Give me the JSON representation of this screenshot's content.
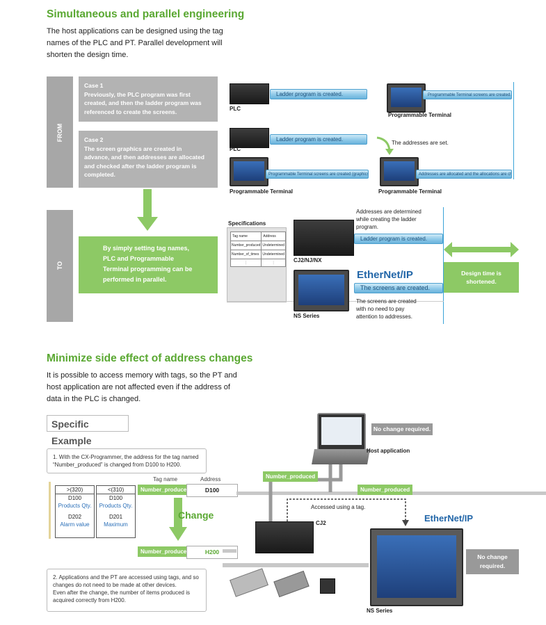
{
  "section1": {
    "title": "Simultaneous and parallel engineering",
    "desc": [
      "The host applications can be designed using the tag",
      "names of the PLC and PT. Parallel development will",
      "shorten the design time."
    ],
    "from_label": "FROM",
    "to_label": "TO",
    "case1": {
      "title": "Case 1",
      "lines": [
        "Previously, the PLC program was first",
        "created, and then the ladder program was",
        "referenced to create the screens."
      ]
    },
    "case2": {
      "title": "Case 2",
      "lines": [
        "The screen graphics are created in",
        "advance, and then addresses are allocated",
        "and checked after the ladder program is",
        "completed."
      ]
    },
    "to_box": [
      "By simply setting tag names,",
      "PLC and Programmable",
      "Terminal programming can be",
      "performed in parallel."
    ],
    "plc": "PLC",
    "pt": "Programmable Terminal",
    "ladder_created": "Ladder program is created.",
    "pt_screens_created": "Programmable Terminal screens are created.",
    "addresses_set": "The addresses are set.",
    "pt_graphics_only": "Programmable Terminal screens are created (graphics only).",
    "addresses_allocated": "Addresses are allocated and the allocations are checked.",
    "specifications": "Specifications",
    "spec_table": {
      "headers": [
        "Tag name",
        "Address"
      ],
      "rows": [
        [
          "Number_produced",
          "Undetermined"
        ],
        [
          "Number_of_times",
          "Undetermined"
        ],
        [
          "⋮",
          "⋮"
        ]
      ]
    },
    "addr_determined": [
      "Addresses are determined",
      "while creating the ladder",
      "program."
    ],
    "cj2_nj_nx": "CJ2/NJ/NX",
    "ethernet_ip": "EtherNet/IP",
    "screens_created": "The screens are created.",
    "screens_no_need": [
      "The screens are created",
      "with no need to pay",
      "attention to addresses."
    ],
    "ns_series": "NS Series",
    "design_time": [
      "Design time is",
      "shortened."
    ]
  },
  "section2": {
    "title": "Minimize side effect of address changes",
    "desc": [
      "It is possible to access memory with tags, so the PT and",
      "host application are not affected even if the address of",
      "data in the PLC is changed."
    ],
    "specific_example": "Specific Example",
    "note1": [
      "1. With the CX-Programmer, the address for the tag named",
      "“Number_produced” is changed from D100 to H200."
    ],
    "tag_name_label": "Tag name",
    "address_label": "Address",
    "tag": "Number_produced",
    "old_address": "D100",
    "new_address": "H200",
    "change": "Change",
    "ladder1": {
      "cmp": ">(320)",
      "addr": "D100",
      "label": "Products Qty.",
      "addr2": "D202",
      "label2": "Alarm value"
    },
    "ladder2": {
      "cmp": "<(310)",
      "addr": "D100",
      "label": "Products Qty.",
      "addr2": "D201",
      "label2": "Maximum"
    },
    "no_change": "No change required.",
    "host_app": "Host application",
    "accessed_tag": "Accessed using a tag.",
    "cj2": "CJ2",
    "ethernet_ip": "EtherNet/IP",
    "no_change2": [
      "No change",
      "required."
    ],
    "ns_series": "NS Series",
    "note2": [
      "2. Applications and the PT are accessed using tags, and so",
      "changes do not need to be made at other devices.",
      "Even after the change, the number of items produced is",
      "acquired correctly from H200."
    ]
  },
  "colors": {
    "green": "#5aa832",
    "lightgreen": "#8dc965",
    "gray": "#a7a7a7",
    "pipe": "#8ec9e8"
  }
}
